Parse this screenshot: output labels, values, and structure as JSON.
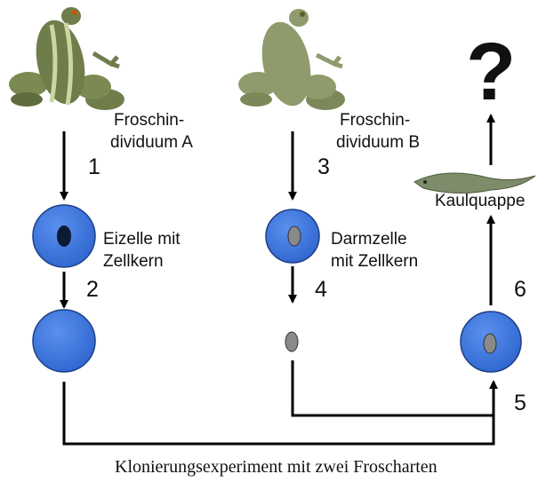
{
  "labels": {
    "frog_a_line1": "Froschin-",
    "frog_a_line2": "dividuum A",
    "frog_b_line1": "Froschin-",
    "frog_b_line2": "dividuum B",
    "egg_line1": "Eizelle mit",
    "egg_line2": "Zellkern",
    "gut_line1": "Darmzelle",
    "gut_line2": "mit Zellkern",
    "tadpole": "Kaulquappe",
    "question": "?"
  },
  "steps": [
    "1",
    "2",
    "3",
    "4",
    "5",
    "6"
  ],
  "caption": "Klonierungsexperiment mit zwei Froscharten",
  "colors": {
    "cell_fill": "#3f78e0",
    "cell_stroke": "#1d3f86",
    "egg_nucleus": "#0c1a33",
    "gut_nucleus": "#8a8a8a",
    "frog_a_body": "#6f7d4a",
    "frog_a_stripe": "#cbd7a0",
    "frog_b_body": "#8f9b6c",
    "tadpole_body": "#7d8c6a",
    "arrow": "#000000"
  },
  "icons": [
    "frog-a-icon",
    "frog-b-icon",
    "tadpole-icon"
  ]
}
